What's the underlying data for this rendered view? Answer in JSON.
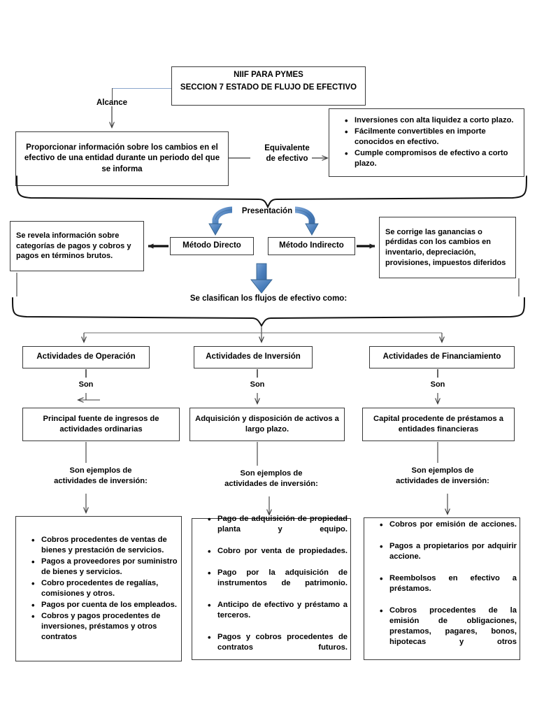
{
  "title_box": {
    "line1": "NIIF PARA PYMES",
    "line2": "SECCION 7 ESTADO DE FLUJO DE EFECTIVO"
  },
  "labels": {
    "alcance": "Alcance",
    "equivalente": "Equivalente\nde efectivo",
    "presentacion": "Presentación",
    "clasifican": "Se clasifican los flujos de efectivo como:",
    "son_1": "Son",
    "son_2": "Son",
    "son_3": "Son",
    "ejemplos_1": "Son ejemplos de\nactividades de inversión:",
    "ejemplos_2": "Son ejemplos de\nactividades de inversión:",
    "ejemplos_3": "Son ejemplos de\nactividades de inversión:"
  },
  "objetivo_box": "Proporcionar información  sobre los cambios en el efectivo de una entidad  durante un periodo del que se informa",
  "equivalente_bullets": [
    "Inversiones con alta liquidez a corto plazo.",
    "Fácilmente convertibles en importe conocidos en efectivo.",
    "Cumple compromisos de efectivo a corto plazo."
  ],
  "metodo_directo": {
    "label": "Método Directo",
    "detail": "Se revela información sobre categorías de pagos y cobros y pagos en términos brutos."
  },
  "metodo_indirecto": {
    "label": "Método Indirecto",
    "detail": "Se corrige las ganancias o pérdidas con los cambios en inventario, depreciación, provisiones, impuestos diferidos"
  },
  "activities": [
    {
      "name": "Actividades de  Operación",
      "definition": "Principal fuente de ingresos de actividades ordinarias",
      "examples": [
        "Cobros procedentes de ventas de bienes y prestación de servicios.",
        "Pagos a proveedores por suministro de bienes y servicios.",
        "Cobro procedentes de regalías, comisiones  y otros.",
        "Pagos por cuenta de los empleados.",
        "Cobros y pagos procedentes de inversiones, préstamos y otros contratos"
      ]
    },
    {
      "name": "Actividades de  Inversión",
      "definition": "Adquisición y disposición de activos a largo plazo.",
      "examples": [
        "Pago de adquisición de propiedad planta y equipo.",
        "Cobro por venta de propiedades.",
        "Pago por la adquisición de instrumentos de patrimonio.",
        "Anticipo de efectivo y préstamo a terceros.",
        "Pagos y cobros procedentes de contratos futuros."
      ]
    },
    {
      "name": "Actividades de  Financiamiento",
      "definition": "Capital procedente de préstamos a entidades financieras",
      "examples": [
        "Cobros por emisión de acciones.",
        "Pagos a propietarios por adquirir accione.",
        "Reembolsos en efectivo a préstamos.",
        "Cobros procedentes de la emisión de obligaciones, prestamos, pagares, bonos, hipotecas y otros"
      ]
    }
  ],
  "colors": {
    "arrow_blue": "#4a7ebb",
    "arrow_blue_dark": "#2f5a8c",
    "line_gray": "#4a4a4a",
    "line_blue": "#8ba7cd"
  }
}
